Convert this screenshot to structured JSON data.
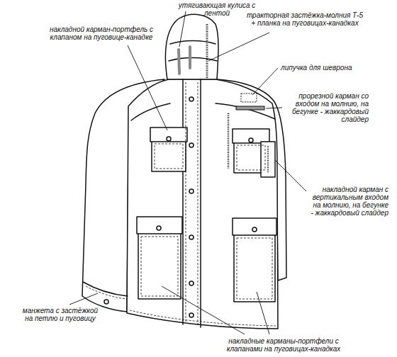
{
  "diagram": {
    "labels": [
      "утягивающая кулиса с лентой",
      "накладной карман-портфель с клапаном на пуговице-канадке",
      "тракторная застёжка-молния Т-5 + планка на пуговицах-канадках",
      "липучка для шеврона",
      "прорезной карман со входом на молнию, на бегунке - жаккардовый слайдер",
      "накладной карман с вертикальным входом на молнию, на бегунке - жаккардовый слайдер",
      "манжета с застёжкой на петлю и пуговицу",
      "накладные карманы-портфели с клапанами на пуговицах-канадках"
    ]
  }
}
